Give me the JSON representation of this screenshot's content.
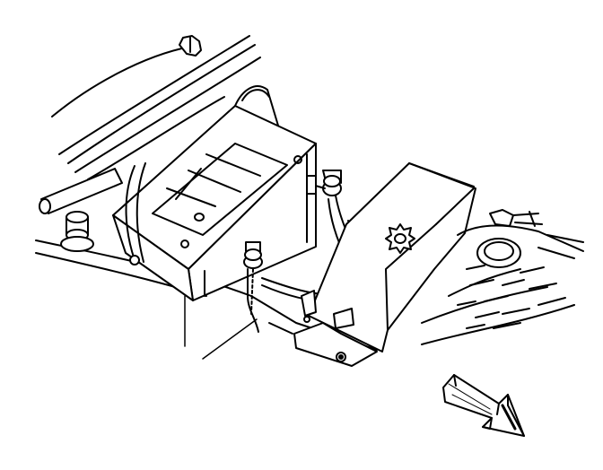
{
  "diagram": {
    "style": "black-and-white line drawing",
    "background_color": "#ffffff",
    "line_color": "#000000",
    "components": [
      "engine-compartment-edge",
      "vent-clip",
      "battery",
      "battery-hold-down-strap",
      "negative-terminal",
      "positive-terminal",
      "battery-cables",
      "fuse-block-cover",
      "reservoir-cap",
      "strut-tower",
      "battery-tray",
      "callout-leader-lines",
      "front-direction-arrow"
    ]
  }
}
